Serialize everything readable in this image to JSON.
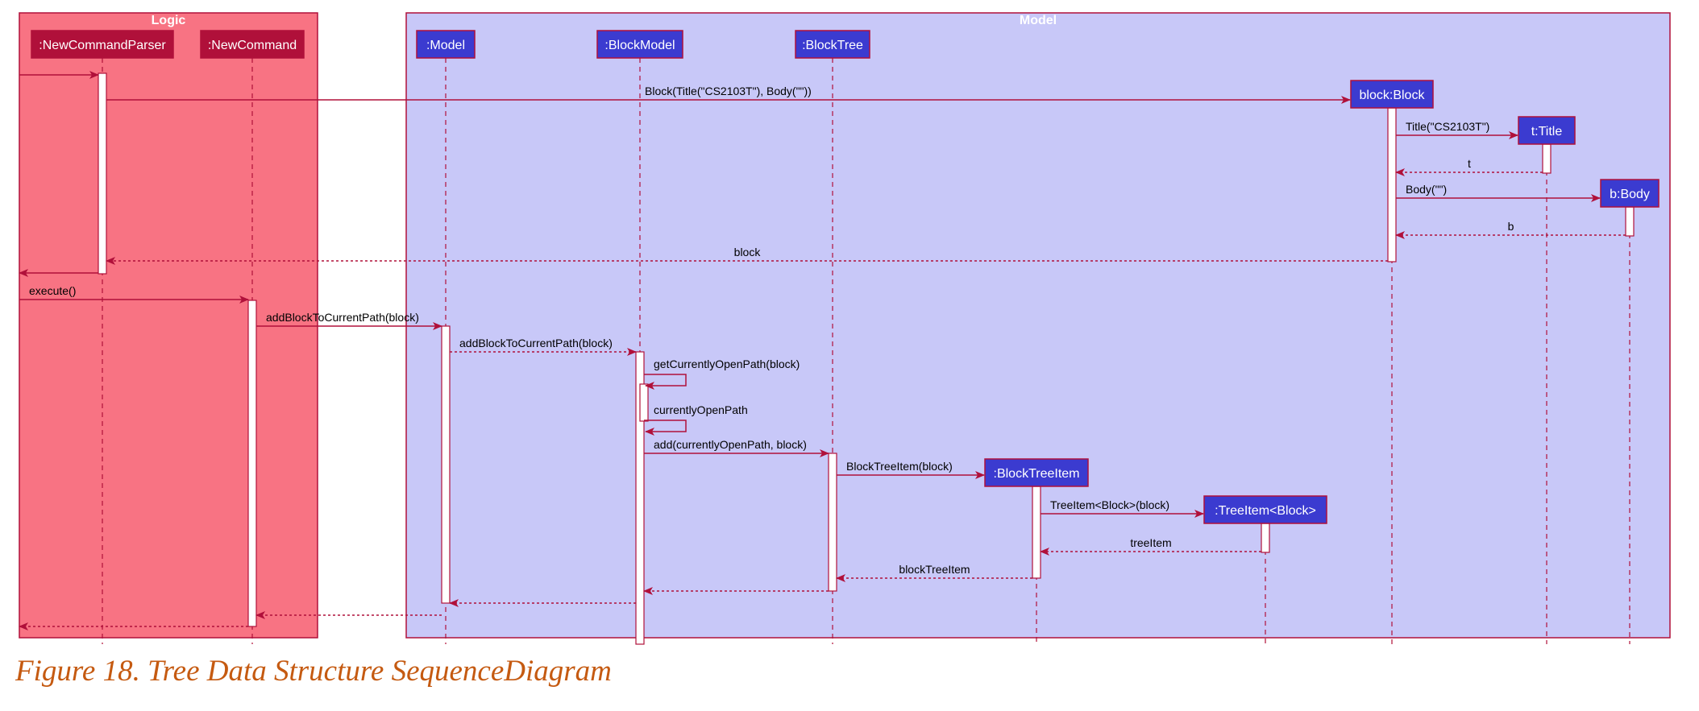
{
  "colors": {
    "logic_fill": "#f87383",
    "model_fill": "#c8c8f8",
    "frame_stroke": "#b0103a",
    "logic_head_fill": "#b0103a",
    "model_head_fill": "#3b3bd0",
    "head_text": "#ffffff",
    "line": "#b0103a",
    "activation_fill": "#ffffff",
    "message_text": "#000000",
    "caption": "#c55a11"
  },
  "frames": [
    {
      "id": "logic",
      "title": "Logic"
    },
    {
      "id": "model",
      "title": "Model"
    }
  ],
  "participants": [
    {
      "id": "parser",
      "label": ":NewCommandParser",
      "frame": "logic"
    },
    {
      "id": "newcmd",
      "label": ":NewCommand",
      "frame": "logic"
    },
    {
      "id": "model",
      "label": ":Model",
      "frame": "model"
    },
    {
      "id": "blockmodel",
      "label": ":BlockModel",
      "frame": "model"
    },
    {
      "id": "blocktree",
      "label": ":BlockTree",
      "frame": "model"
    },
    {
      "id": "block",
      "label": "block:Block",
      "frame": "model",
      "created": true
    },
    {
      "id": "title",
      "label": "t:Title",
      "frame": "model",
      "created": true
    },
    {
      "id": "body",
      "label": "b:Body",
      "frame": "model",
      "created": true
    },
    {
      "id": "btitem",
      "label": ":BlockTreeItem",
      "frame": "model",
      "created": true
    },
    {
      "id": "titem",
      "label": ":TreeItem<Block>",
      "frame": "model",
      "created": true
    }
  ],
  "messages": [
    {
      "id": "m0",
      "from": "external",
      "to": "parser",
      "label": "",
      "kind": "call"
    },
    {
      "id": "m1",
      "from": "parser",
      "to": "block",
      "label": "Block(Title(\"CS2103T\"), Body(\"\"))",
      "kind": "create"
    },
    {
      "id": "m2",
      "from": "block",
      "to": "title",
      "label": "Title(\"CS2103T\")",
      "kind": "create"
    },
    {
      "id": "m3",
      "from": "title",
      "to": "block",
      "label": "t",
      "kind": "return"
    },
    {
      "id": "m4",
      "from": "block",
      "to": "body",
      "label": "Body(\"\")",
      "kind": "create"
    },
    {
      "id": "m5",
      "from": "body",
      "to": "block",
      "label": "b",
      "kind": "return"
    },
    {
      "id": "m6",
      "from": "block",
      "to": "parser",
      "label": "block",
      "kind": "return"
    },
    {
      "id": "m7",
      "from": "parser",
      "to": "external",
      "label": "",
      "kind": "return-solid"
    },
    {
      "id": "m8",
      "from": "external",
      "to": "newcmd",
      "label": "execute()",
      "kind": "call"
    },
    {
      "id": "m9",
      "from": "newcmd",
      "to": "model",
      "label": "addBlockToCurrentPath(block)",
      "kind": "call"
    },
    {
      "id": "m10",
      "from": "model",
      "to": "blockmodel",
      "label": "addBlockToCurrentPath(block)",
      "kind": "call-dashed"
    },
    {
      "id": "m11",
      "from": "blockmodel",
      "to": "blockmodel",
      "label": "getCurrentlyOpenPath(block)",
      "kind": "self"
    },
    {
      "id": "m12",
      "from": "blockmodel",
      "to": "blockmodel",
      "label": "currentlyOpenPath",
      "kind": "self"
    },
    {
      "id": "m13",
      "from": "blockmodel",
      "to": "blocktree",
      "label": "add(currentlyOpenPath, block)",
      "kind": "call"
    },
    {
      "id": "m14",
      "from": "blocktree",
      "to": "btitem",
      "label": "BlockTreeItem(block)",
      "kind": "create"
    },
    {
      "id": "m15",
      "from": "btitem",
      "to": "titem",
      "label": "TreeItem<Block>(block)",
      "kind": "create"
    },
    {
      "id": "m16",
      "from": "titem",
      "to": "btitem",
      "label": "treeItem",
      "kind": "return"
    },
    {
      "id": "m17",
      "from": "btitem",
      "to": "blocktree",
      "label": "blockTreeItem",
      "kind": "return"
    },
    {
      "id": "m18",
      "from": "blocktree",
      "to": "blockmodel",
      "label": "",
      "kind": "return"
    },
    {
      "id": "m19",
      "from": "blockmodel",
      "to": "model",
      "label": "",
      "kind": "return"
    },
    {
      "id": "m20",
      "from": "model",
      "to": "newcmd",
      "label": "",
      "kind": "return"
    },
    {
      "id": "m21",
      "from": "newcmd",
      "to": "external",
      "label": "",
      "kind": "return"
    }
  ],
  "caption": "Figure 18. Tree Data Structure SequenceDiagram"
}
